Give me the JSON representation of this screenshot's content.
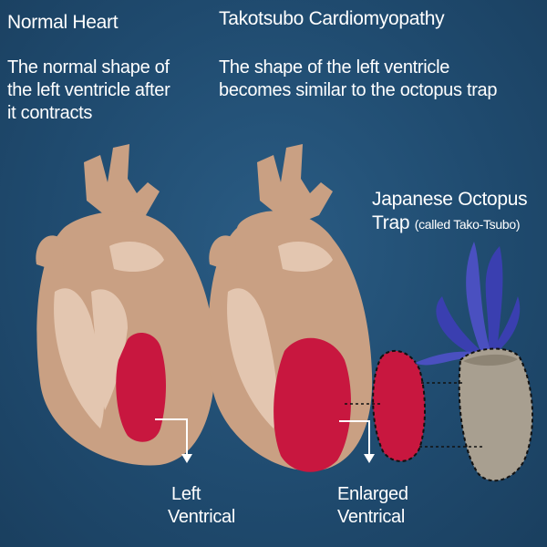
{
  "normal": {
    "title": "Normal Heart",
    "description_line1": "The normal shape of",
    "description_line2": "the left ventricle after",
    "description_line3": "it contracts"
  },
  "takotsubo": {
    "title": "Takotsubo Cardiomyopathy",
    "description_line1": "The shape of the left ventricle",
    "description_line2": "becomes similar to the octopus trap"
  },
  "trap": {
    "title_line1": "Japanese Octopus",
    "title_line2": "Trap",
    "title_note": "(called Tako-Tsubo)"
  },
  "labels": {
    "left_line1": "Left",
    "left_line2": "Ventrical",
    "enlarged_line1": "Enlarged",
    "enlarged_line2": "Ventrical"
  },
  "colors": {
    "background": "#1f4a6e",
    "heart_tan": "#c9a083",
    "heart_light": "#e3c6b0",
    "ventricle_red": "#c8173f",
    "trap_gray": "#a89f90",
    "tentacle_blue": "#3a3fb0"
  }
}
